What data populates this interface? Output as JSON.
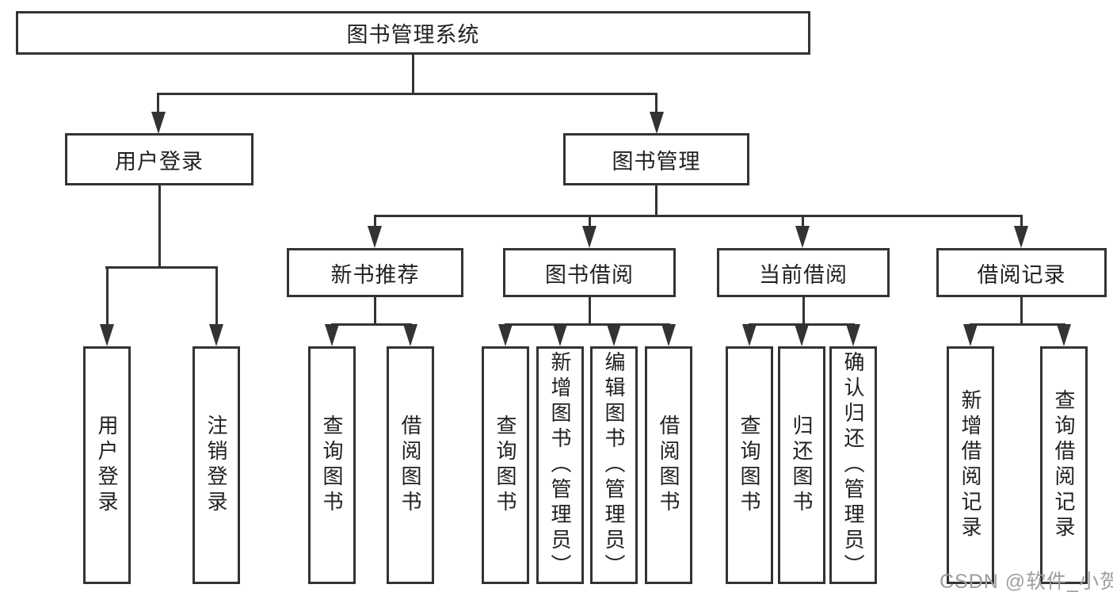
{
  "diagram_title": "图书管理系统",
  "nodes": {
    "root": {
      "label": "图书管理系统"
    },
    "user_login": {
      "label": "用户登录"
    },
    "book_mgmt": {
      "label": "图书管理"
    },
    "new_book": {
      "label": "新书推荐"
    },
    "book_borrow": {
      "label": "图书借阅"
    },
    "current_borrow": {
      "label": "当前借阅"
    },
    "borrow_record": {
      "label": "借阅记录"
    },
    "ul_login": {
      "label": "用户登录"
    },
    "ul_logout": {
      "label": "注销登录"
    },
    "nb_query": {
      "label": "查询图书"
    },
    "nb_borrow": {
      "label": "借阅图书"
    },
    "bb_query": {
      "label": "查询图书"
    },
    "bb_add": {
      "label": "新增图书（管理员）"
    },
    "bb_edit": {
      "label": "编辑图书（管理员）"
    },
    "bb_borrow": {
      "label": "借阅图书"
    },
    "cb_query": {
      "label": "查询图书"
    },
    "cb_return": {
      "label": "归还图书"
    },
    "cb_confirm": {
      "label": "确认归还（管理员）"
    },
    "br_add": {
      "label": "新增借阅记录"
    },
    "br_query": {
      "label": "查询借阅记录"
    }
  },
  "watermark": "CSDN @软件_小贺同学",
  "colors": {
    "line": "#333333",
    "text": "#212121",
    "watermark": "#9e9e9e",
    "background": "#ffffff"
  }
}
